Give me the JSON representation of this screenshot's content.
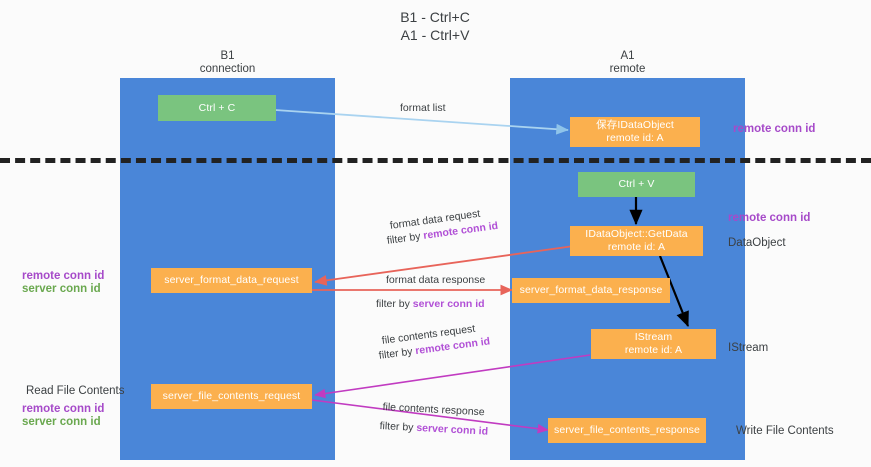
{
  "heading": {
    "line1": "B1 - Ctrl+C",
    "line2": "A1 - Ctrl+V",
    "text": "B1 - Ctrl+C\nA1 - Ctrl+V"
  },
  "lanes": [
    {
      "id": "b1",
      "title": "B1\nconnection",
      "name": "B1",
      "role": "connection",
      "color": "#4a86d8"
    },
    {
      "id": "a1",
      "title": "A1\nremote",
      "name": "A1",
      "role": "remote",
      "color": "#4a86d8"
    }
  ],
  "colors": {
    "lane": "#4a86d8",
    "green_box": "#7ac47f",
    "orange_box": "#fbb04e",
    "remote_conn_id": "#a64ac9",
    "server_conn_id": "#6aa84f",
    "arrow_blue": "#a9d3f0",
    "arrow_red": "#e8645a",
    "arrow_black": "#000000",
    "arrow_magenta": "#c13bc1",
    "text": "#3c4043",
    "separator": "#222222",
    "background": "#fbfbfb"
  },
  "boxes": {
    "ctrl_c": "Ctrl + C",
    "ctrl_v": "Ctrl + V",
    "save_idataobject": "保存IDataObject\nremote id: A",
    "idataobject_getdata": "IDataObject::GetData\nremote id: A",
    "server_format_data_request": "server_format_data_request",
    "server_format_data_response": "server_format_data_response",
    "istream": "IStream\nremote id: A",
    "server_file_contents_request": "server_file_contents_request",
    "server_file_contents_response": "server_file_contents_response"
  },
  "arrow_labels": {
    "format_list": "format list",
    "format_data_request": "format data request",
    "format_data_request_filter_prefix": "filter by ",
    "format_data_request_filter_key": "remote conn id",
    "format_data_response": "format data response",
    "format_data_response_filter_prefix": "filter by ",
    "format_data_response_filter_key": "server conn id",
    "file_contents_request": "file contents request",
    "file_contents_request_filter_prefix": "filter by ",
    "file_contents_request_filter_key": "remote conn id",
    "file_contents_response": "file contents response",
    "file_contents_response_filter_prefix": "filter by ",
    "file_contents_response_filter_key": "server conn id"
  },
  "annotations": {
    "right_remote_conn_id_top": "remote conn id",
    "right_remote_conn_id_mid": "remote conn id",
    "right_dataobject": "DataObject",
    "right_istream": "IStream",
    "right_write_file_contents": "Write File Contents",
    "left_remote_conn_id": "remote conn id",
    "left_server_conn_id": "server conn id",
    "left_read_file_contents": "Read File Contents",
    "left_remote_conn_id_2": "remote conn id",
    "left_server_conn_id_2": "server conn id"
  }
}
